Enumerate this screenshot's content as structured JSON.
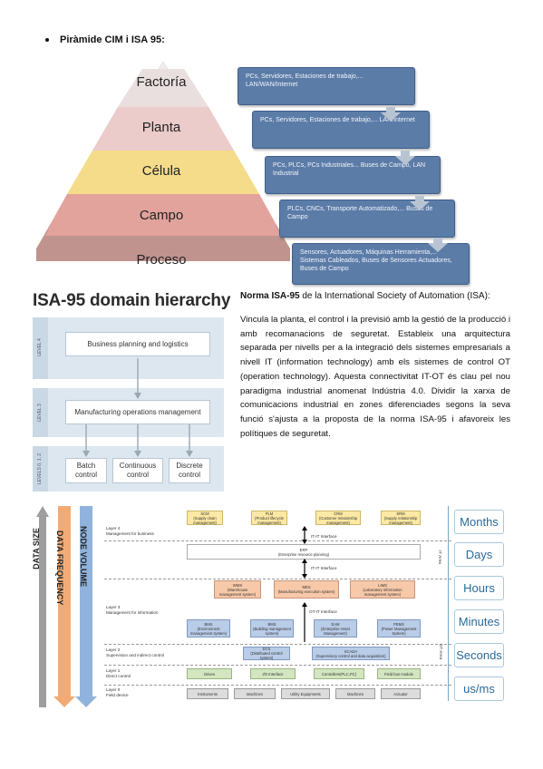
{
  "bullet": "Piràmide CIM i ISA 95:",
  "pyramid": {
    "levels": [
      "Factoría",
      "Planta",
      "Célula",
      "Campo",
      "Proceso"
    ],
    "boxes": [
      "PCs, Servidores, Estaciones de trabajo,... LAN/WAN/Internet",
      "PCs, Servidores, Estaciones de trabajo,... LAN/Internet",
      "PCs, PLCs, PCs Industriales... Buses de Campo, LAN Industrial",
      "PLCs, CNCs, Transporte Automatizado,... Buses de Campo",
      "Sensores, Actuadores, Máquinas Herramienta,... Sistemas Cableados, Buses de Sensores Actuadores, Buses de Campo"
    ]
  },
  "isa": {
    "title": "ISA-95 domain hierarchy",
    "levels": [
      "LEVEL 4",
      "LEVEL 3",
      "LEVELS 0, 1, 2"
    ],
    "l4_box": "Business planning and logistics",
    "l3_box": "Manufacturing operations management",
    "l012_boxes": [
      "Batch control",
      "Continuous control",
      "Discrete control"
    ]
  },
  "norma": {
    "bold": "Norma ISA-95",
    "rest": " de la International Society of Automation (ISA):"
  },
  "paragraph": "Vincula la planta, el control i la previsió amb la gestió de la producció i amb recomanacions de seguretat. Estableix una arquitectura separada per nivells per a la integració dels sistemes empresarials a nivell IT (information technology) amb els sistemes de control OT (operation technology). Aquesta connectivitat IT-OT és clau pel nou paradigma industrial anomenat Indústria 4.0. Dividir la xarxa de comunicacions industrial en zones diferenciades segons la seva funció s'ajusta a la proposta de la norma ISA-95 i afavoreix les polítiques de seguretat.",
  "diagram": {
    "bars": [
      "DATA SIZE",
      "DATA FREQUENCY",
      "NODE VOLUME"
    ],
    "layers": [
      {
        "name": "Layer 4",
        "desc": "Management for business"
      },
      {
        "name": "Layer 3",
        "desc": "Management for information"
      },
      {
        "name": "Layer 2",
        "desc": "Supervision and indirect control"
      },
      {
        "name": "Layer 1",
        "desc": "Direct control"
      },
      {
        "name": "Layer 0",
        "desc": "Field device"
      }
    ],
    "l4_boxes": [
      {
        "t": "SCM",
        "s": "(Supply chain management)"
      },
      {
        "t": "PLM",
        "s": "(Product lifecycle management)"
      },
      {
        "t": "CRM",
        "s": "(Customer relationship management)"
      },
      {
        "t": "SRM",
        "s": "(Supply relationship management)"
      }
    ],
    "it_it_1": "IT-IT Interface",
    "erp": {
      "t": "ERP",
      "s": "(Enterprise resource planning)"
    },
    "it_it_2": "IT-IT Interface",
    "l3_boxes": [
      {
        "t": "WMS",
        "s": "(Warehouse management system)"
      },
      {
        "t": "MES",
        "s": "(Manufacturing execution system)"
      },
      {
        "t": "LIMS",
        "s": "(Laboratory information management system)"
      }
    ],
    "ot_it": "OT-IT Interface",
    "l3_blue": [
      {
        "t": "BMS",
        "s": "(Environment management system)"
      },
      {
        "t": "BMS",
        "s": "(Building management system)"
      },
      {
        "t": "EAM",
        "s": "(Enterprise Asset Management)"
      },
      {
        "t": "PEMS",
        "s": "(Power Management System)"
      }
    ],
    "l2_boxes": [
      {
        "t": "DCS",
        "s": "(Distributed control system)"
      },
      {
        "t": "SCADA",
        "s": "(Supervisory control and data acquisition)"
      }
    ],
    "l1_boxes": [
      "Drives",
      "I/O Interface",
      "Controllers(PLC,PC)",
      "Field bus module"
    ],
    "l0_boxes": [
      "Instruments",
      "Machines",
      "Utility Equipments",
      "Machines",
      "Actuator"
    ],
    "areas": [
      "IT Area",
      "OT Area"
    ],
    "times": [
      "Months",
      "Days",
      "Hours",
      "Minutes",
      "Seconds",
      "us/ms"
    ]
  }
}
